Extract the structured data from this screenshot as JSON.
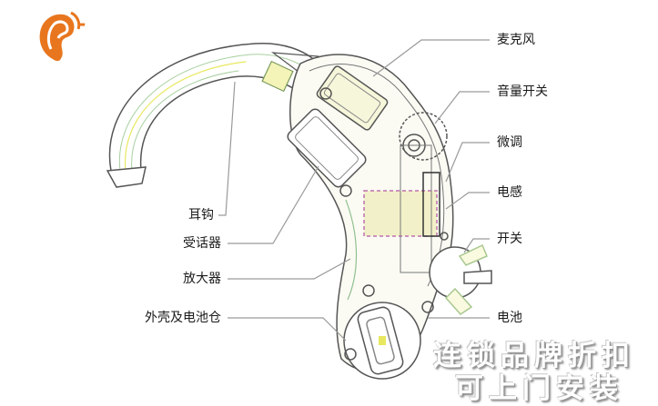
{
  "logo": {
    "icon": "ear-icon",
    "color": "#e8761e",
    "suffix": "-"
  },
  "labels_right": [
    {
      "id": "microphone",
      "text": "麦克风"
    },
    {
      "id": "volume-switch",
      "text": "音量开关"
    },
    {
      "id": "fine-tune",
      "text": "微调"
    },
    {
      "id": "inductor",
      "text": "电感"
    },
    {
      "id": "switch",
      "text": "开关"
    },
    {
      "id": "battery",
      "text": "电池"
    }
  ],
  "labels_left": [
    {
      "id": "ear-hook",
      "text": "耳钩"
    },
    {
      "id": "receiver",
      "text": "受话器"
    },
    {
      "id": "amplifier",
      "text": "放大器"
    },
    {
      "id": "shell-battery-compartment",
      "text": "外壳及电池仓"
    }
  ],
  "promo": {
    "line1": "连锁品牌折扣",
    "line2": "可上门安装"
  },
  "colors": {
    "outline": "#555555",
    "leader": "#9a9a9a",
    "yellow": "#e8e860",
    "green": "#8fc08f",
    "magenta": "#c070b0"
  }
}
